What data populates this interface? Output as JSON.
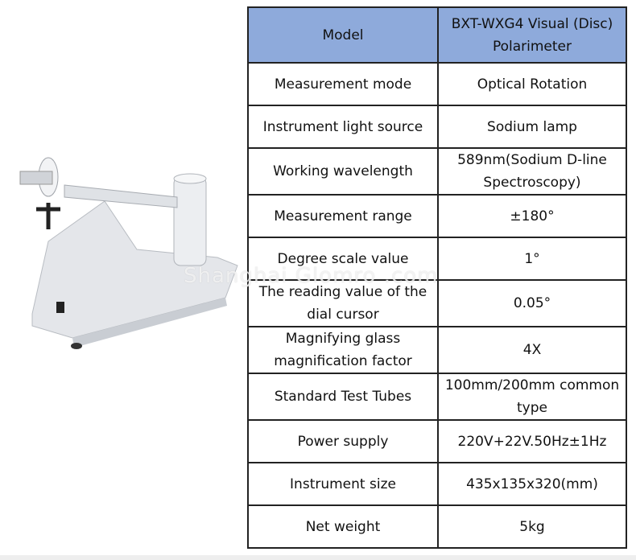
{
  "header": {
    "label": "Model",
    "value": "BXT-WXG4 Visual (Disc) Polarimeter"
  },
  "rows": [
    {
      "label": "Measurement mode",
      "value": "Optical Rotation"
    },
    {
      "label": "Instrument light source",
      "value": "Sodium lamp"
    },
    {
      "label": "Working wavelength",
      "value": "589nm(Sodium D-line Spectroscopy)"
    },
    {
      "label": "Measurement range",
      "value": "±180°"
    },
    {
      "label": "Degree scale value",
      "value": "1°"
    },
    {
      "label": "The reading value of the dial cursor",
      "value": "0.05°"
    },
    {
      "label": "Magnifying glass magnification factor",
      "value": "4X"
    },
    {
      "label": "Standard Test Tubes",
      "value": "100mm/200mm common type"
    },
    {
      "label": "Power supply",
      "value": "220V+22V.50Hz±1Hz"
    },
    {
      "label": "Instrument size",
      "value": "435x135x320(mm)"
    },
    {
      "label": "Net weight",
      "value": "5kg"
    }
  ],
  "watermark": "Shanghai Glomro .com",
  "colors": {
    "header_bg": "#8eaadb"
  }
}
